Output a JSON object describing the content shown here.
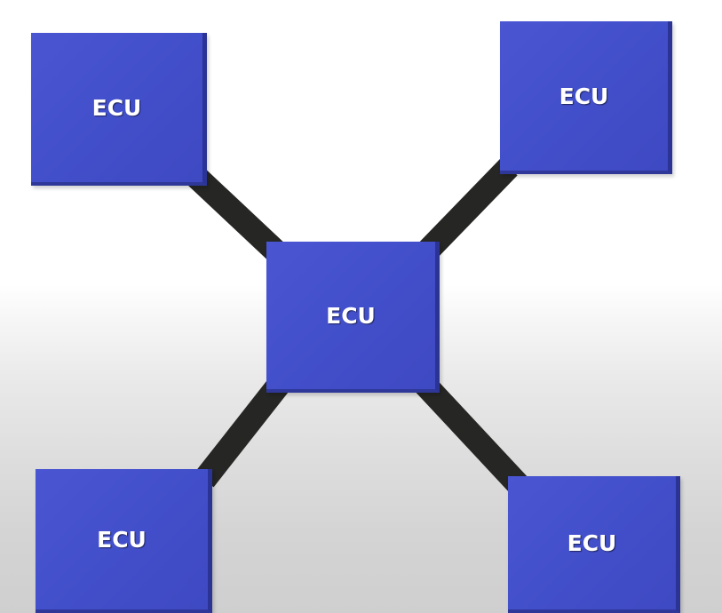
{
  "diagram": {
    "nodes": {
      "top_left": {
        "label": "ECU"
      },
      "top_right": {
        "label": "ECU"
      },
      "center": {
        "label": "ECU"
      },
      "bottom_left": {
        "label": "ECU"
      },
      "bottom_right": {
        "label": "ECU"
      }
    },
    "topology": "star",
    "colors": {
      "node_fill": "#4450cb",
      "link": "#262724",
      "label": "#ffffff"
    }
  }
}
